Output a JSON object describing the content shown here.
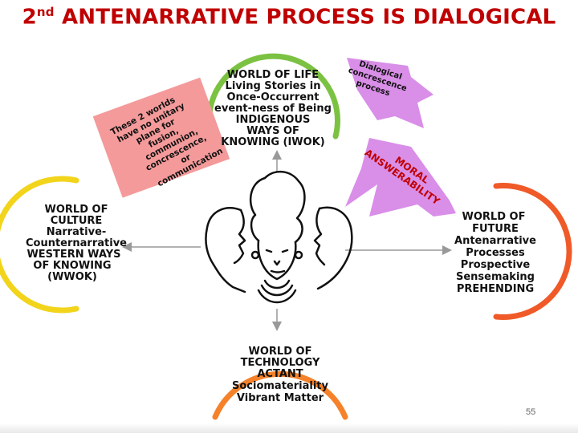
{
  "title": {
    "ordinal": "2",
    "ordinal_suffix": "nd",
    "text": "ANTENARRATIVE PROCESS IS DIALOGICAL"
  },
  "worlds": {
    "life": {
      "lines": [
        "WORLD OF LIFE",
        "Living Stories in",
        "Once-Occurrent",
        "event-ness of Being",
        "INDIGENOUS",
        "WAYS OF",
        "KNOWING (IWOK)"
      ],
      "color": "#7cc242"
    },
    "culture": {
      "lines": [
        "WORLD OF",
        "CULTURE",
        "Narrative-",
        "Counternarrative",
        "WESTERN WAYS",
        "OF KNOWING",
        "(WWOK)"
      ],
      "color": "#f2d41b"
    },
    "future": {
      "lines": [
        "WORLD OF",
        "FUTURE",
        "Antenarrative",
        "Processes",
        "Prospective",
        "Sensemaking",
        "PREHENDING"
      ],
      "color": "#f05a28"
    },
    "technology": {
      "lines": [
        "WORLD OF",
        "TECHNOLOGY",
        "ACTANT",
        "Sociomateriality",
        "Vibrant Matter"
      ],
      "color": "#f5822a"
    }
  },
  "note_box": {
    "lines": [
      "These 2 worlds",
      "have no unitary",
      "plane for",
      "fusion,",
      "communion,",
      "concrescence,",
      "or",
      "communication"
    ],
    "color": "#f49a9a"
  },
  "arrows": {
    "dialogical": {
      "lines": [
        "Dialogical",
        "concrescence",
        "process"
      ],
      "color": "#d98ee8"
    },
    "moral": {
      "lines": [
        "MORAL",
        "ANSWERABILITY"
      ],
      "color": "#d98ee8"
    }
  },
  "page_number": "55"
}
